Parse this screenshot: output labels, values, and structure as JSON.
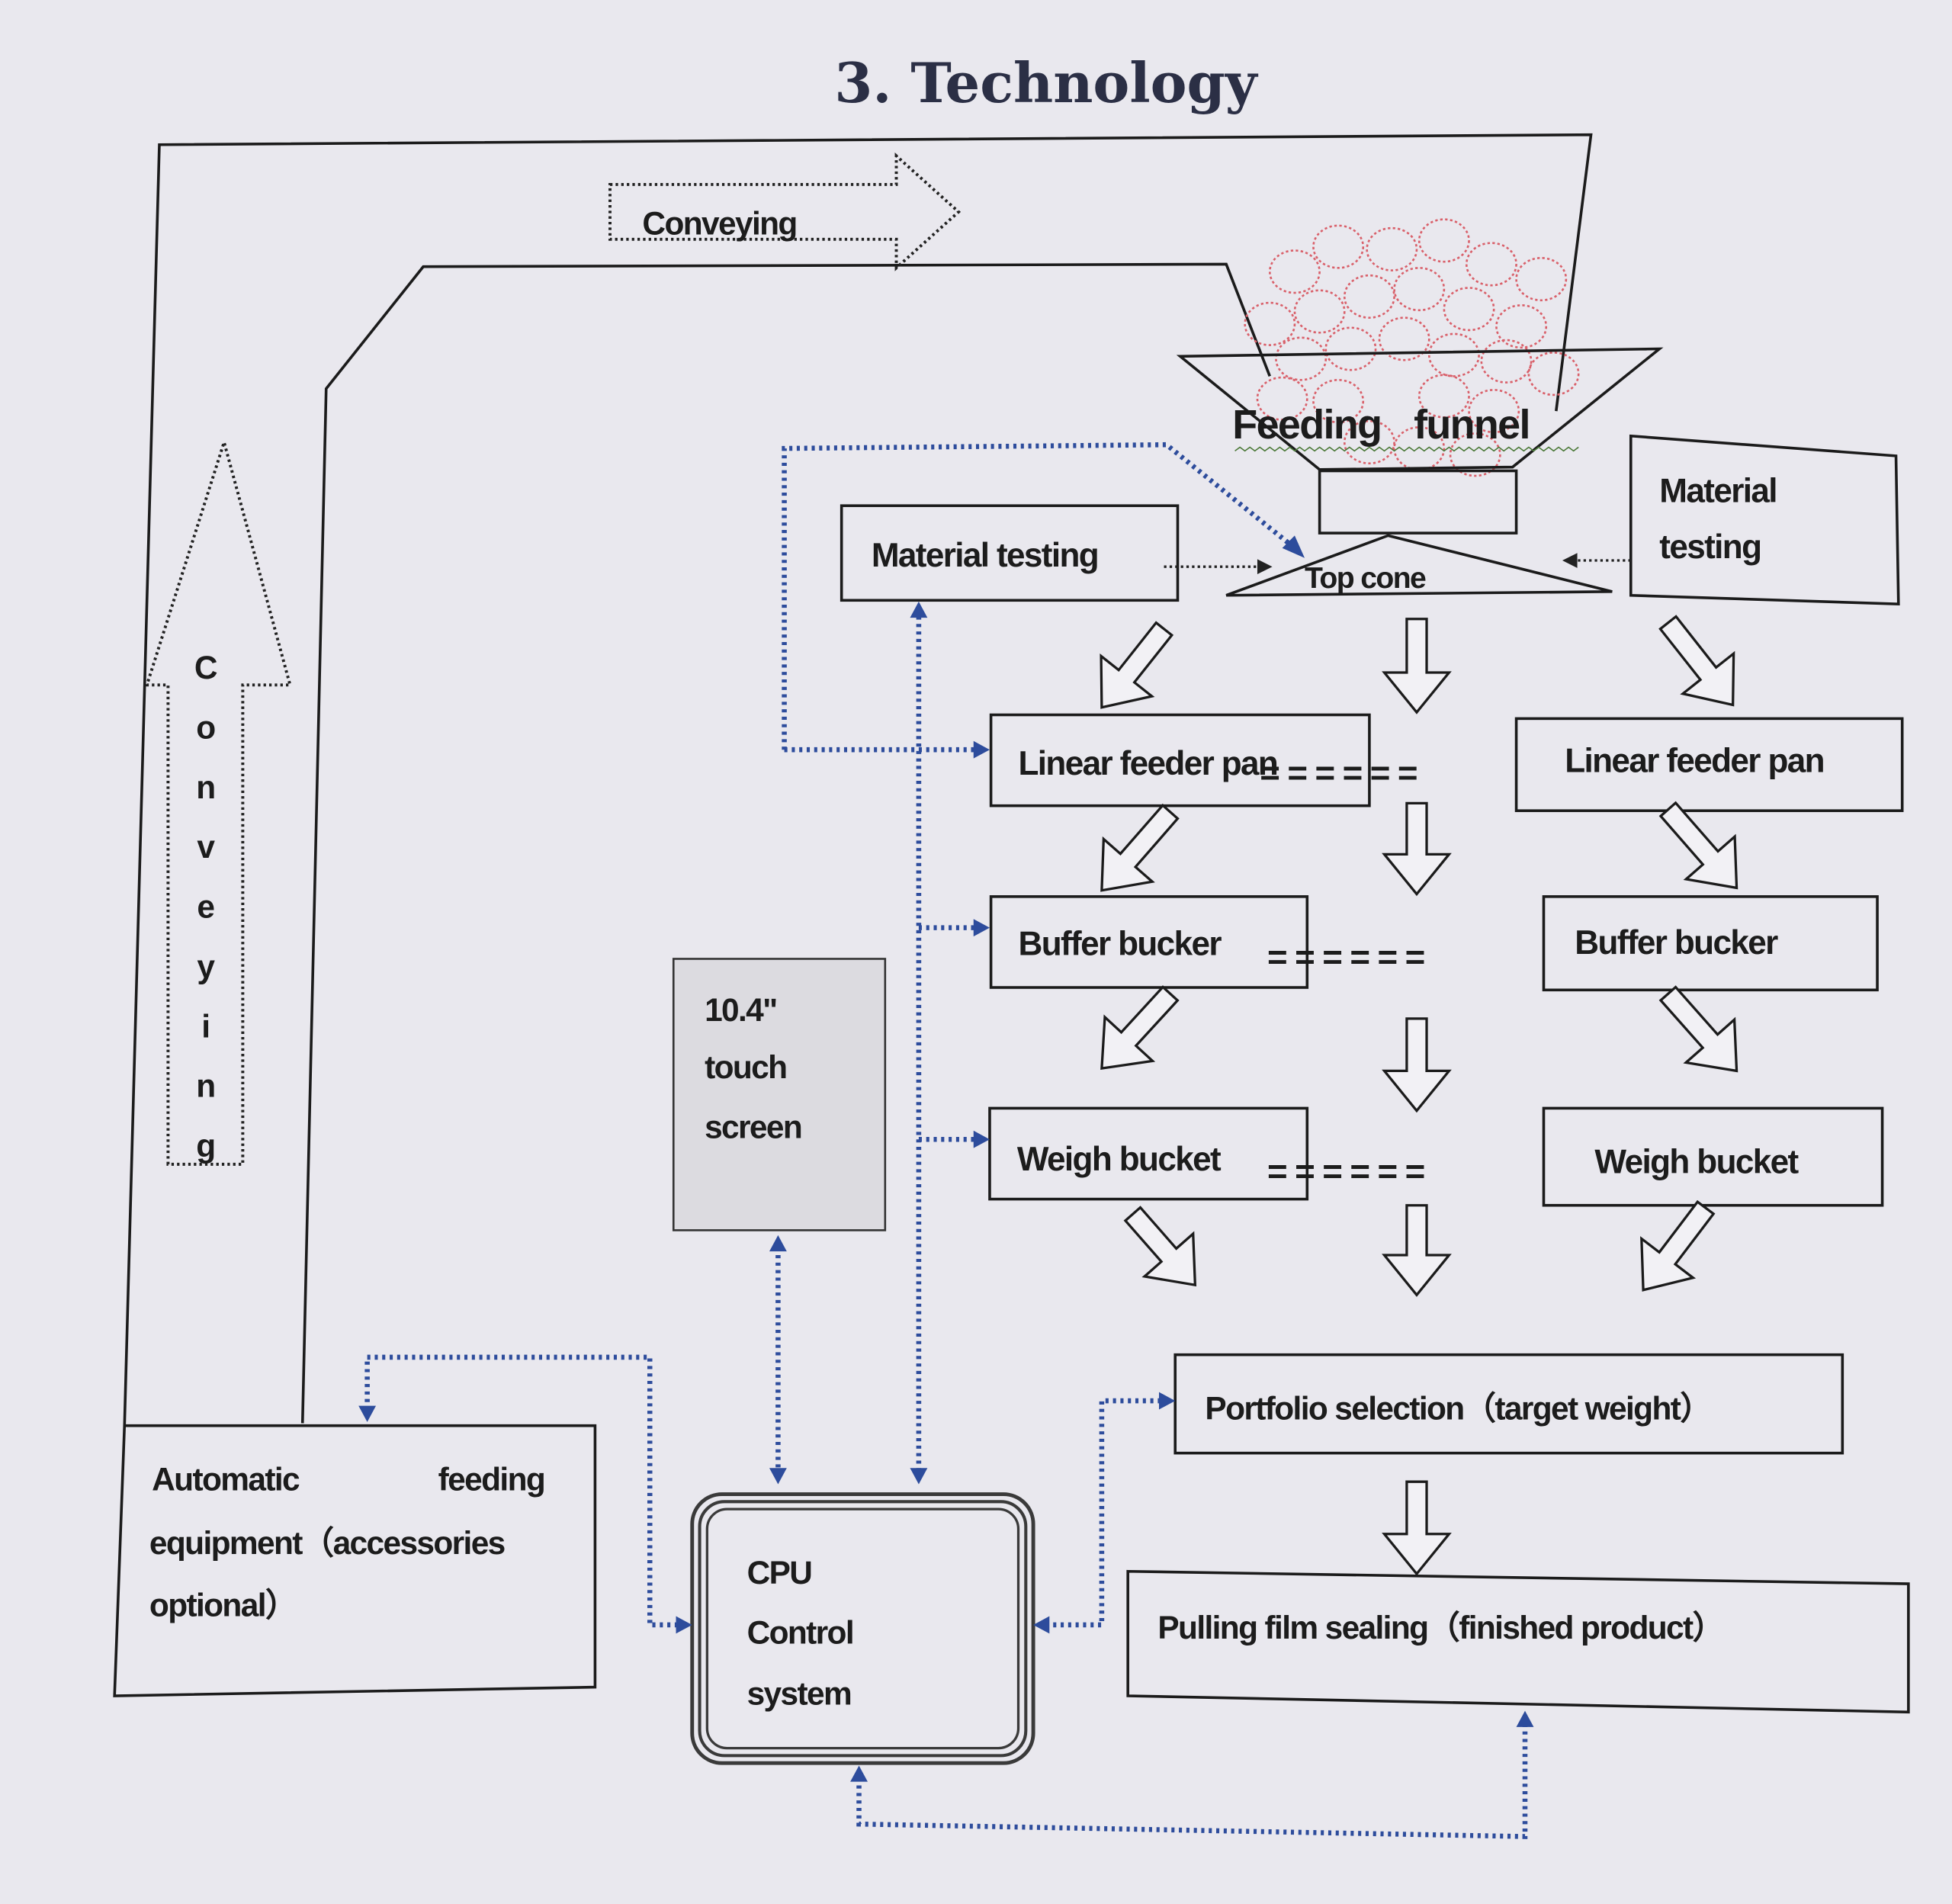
{
  "title": "3. Technology",
  "conveying_horizontal": "Conveying",
  "conveying_vertical": [
    "C",
    "o",
    "n",
    "v",
    "e",
    "y",
    "i",
    "n",
    "g"
  ],
  "feeding_funnel": "Feeding funnel",
  "top_cone": "Top cone",
  "material_testing_left": "Material testing",
  "material_testing_right": [
    "Material",
    "testing"
  ],
  "linear_feeder_left": "Linear feeder pan",
  "linear_feeder_right": "Linear feeder pan",
  "buffer_left": "Buffer bucker",
  "buffer_right": "Buffer bucker",
  "weigh_left": "Weigh bucket",
  "weigh_right": "Weigh bucket",
  "touch_screen": [
    "10.4\"",
    "touch",
    "screen"
  ],
  "portfolio": "Portfolio selection（target weight）",
  "pulling": "Pulling film sealing（finished product）",
  "cpu": [
    "CPU",
    "Control",
    "system"
  ],
  "automatic": [
    "Automatic",
    "feeding",
    "equipment（accessories",
    "optional）"
  ],
  "equals_row": "= = = = = =",
  "colors": {
    "control_link": "#2d4c9c",
    "material": "#d9606a"
  }
}
